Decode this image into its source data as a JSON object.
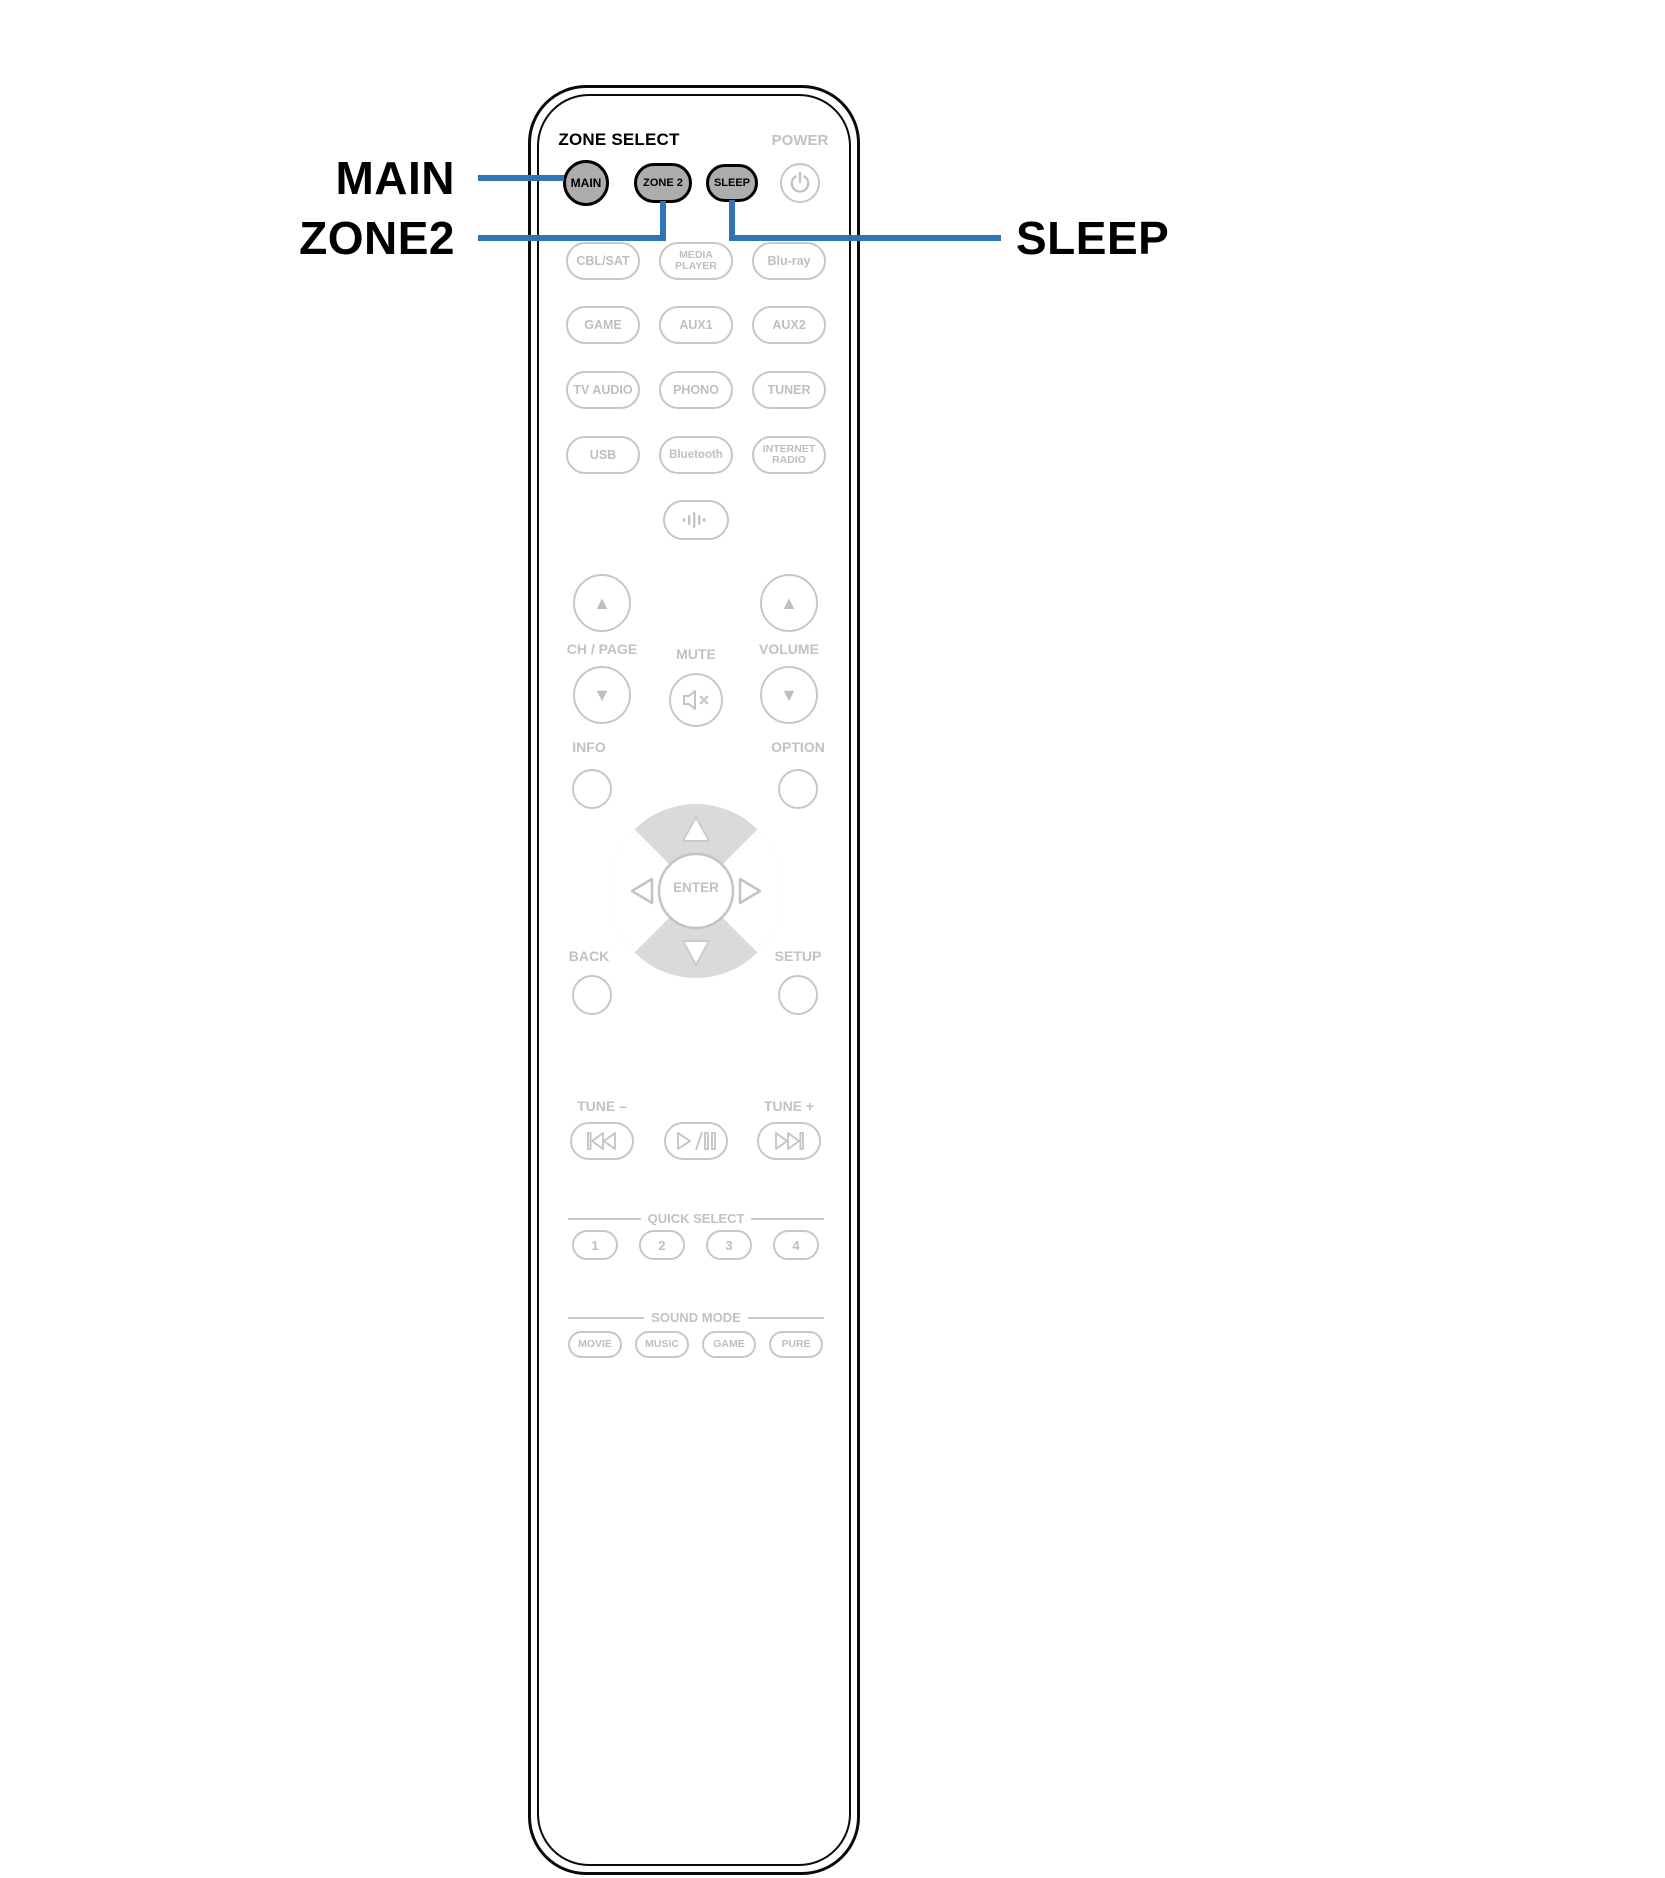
{
  "colors": {
    "callout_line": "#3173b5",
    "active_button_fill": "#adadad",
    "active_button_border": "#000000",
    "inactive_gray": "#c3c3c3",
    "remote_outline": "#0a0a0a"
  },
  "callouts": {
    "main": "MAIN",
    "zone2": "ZONE2",
    "sleep": "SLEEP"
  },
  "remote": {
    "zone_select_label": "ZONE SELECT",
    "power_label": "POWER",
    "zone_buttons": {
      "main": "MAIN",
      "zone2": "ZONE 2",
      "sleep": "SLEEP"
    },
    "sources": [
      "CBL/SAT",
      "MEDIA\nPLAYER",
      "Blu-ray",
      "GAME",
      "AUX1",
      "AUX2",
      "TV AUDIO",
      "PHONO",
      "TUNER",
      "USB",
      "Bluetooth",
      "INTERNET\nRADIO"
    ],
    "labels": {
      "ch_page": "CH / PAGE",
      "mute": "MUTE",
      "volume": "VOLUME",
      "info": "INFO",
      "option": "OPTION",
      "enter": "ENTER",
      "back": "BACK",
      "setup": "SETUP",
      "tune_minus": "TUNE –",
      "tune_plus": "TUNE +"
    },
    "icons": {
      "up_triangle": "▲",
      "down_triangle": "▼",
      "power": "power-icon",
      "mute": "mute-speaker-icon",
      "sound_wave": "sound-wave-icon",
      "skip_back": "skip-back-icon",
      "play_pause": "play-pause-icon",
      "skip_forward": "skip-forward-icon"
    },
    "quick_select": {
      "title": "QUICK SELECT",
      "buttons": [
        "1",
        "2",
        "3",
        "4"
      ]
    },
    "sound_mode": {
      "title": "SOUND MODE",
      "buttons": [
        "MOVIE",
        "MUSIC",
        "GAME",
        "PURE"
      ]
    }
  }
}
